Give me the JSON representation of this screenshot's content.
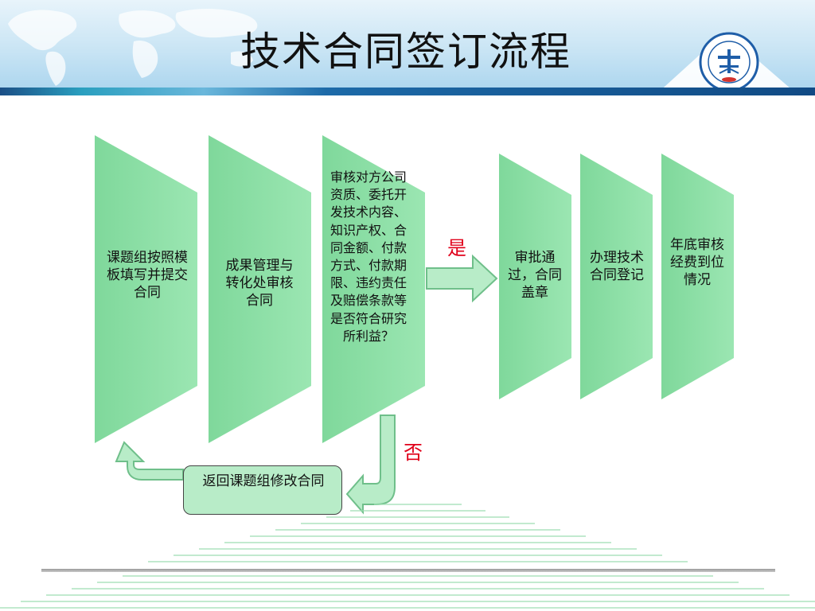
{
  "header": {
    "title": "技术合同签订流程"
  },
  "flow": {
    "steps": [
      {
        "label": "课题组按照模板填写并提交合同"
      },
      {
        "label": "成果管理与转化处审核合同"
      },
      {
        "label": "审核对方公司资质、委托开发技术内容、知识产权、合同金额、付款方式、付款期限、违约责任及赔偿条款等是否符合研究所利益？"
      },
      {
        "label": "审批通过，合同盖章"
      },
      {
        "label": "办理技术合同登记"
      },
      {
        "label": "年底审核经费到位情况"
      }
    ],
    "yes_label": "是",
    "no_label": "否",
    "return_label": "返回课题组修改合同"
  },
  "colors": {
    "shape_fill": "#8fe0a8",
    "arrow_fill": "#b8ecc8",
    "accent_red": "#e0001a",
    "header_blue": "#1b4f86"
  }
}
